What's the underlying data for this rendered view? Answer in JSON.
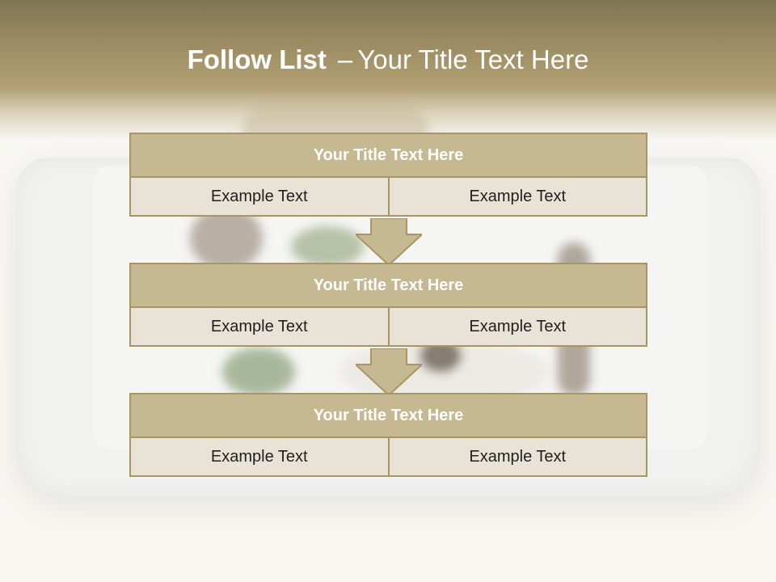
{
  "slide": {
    "title_bold": "Follow List",
    "title_dash": "–",
    "title_rest": "Your Title Text Here"
  },
  "blocks": [
    {
      "title": "Your Title Text Here",
      "left": "Example Text",
      "right": "Example Text"
    },
    {
      "title": "Your Title Text Here",
      "left": "Example Text",
      "right": "Example Text"
    },
    {
      "title": "Your Title Text Here",
      "left": "Example Text",
      "right": "Example Text"
    }
  ],
  "colors": {
    "header_band": "#9b8b62",
    "block_title_fill": "#c6b891",
    "cell_fill": "#e9e3d7",
    "border": "#a89566",
    "arrow_fill": "#c6b891"
  }
}
